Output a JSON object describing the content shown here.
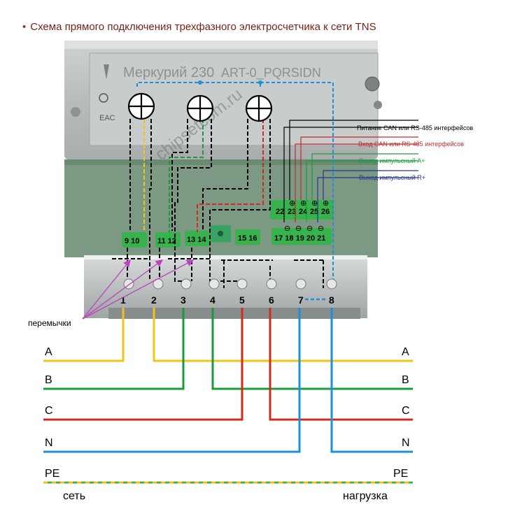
{
  "title": "Схема прямого подключения трехфазного электросчетчика к сети TNS",
  "meter": {
    "brand": "Меркурий 230",
    "model": "ART-0_PQRSIDN",
    "watermark": "chipsetcom.ru"
  },
  "terminals": [
    "1",
    "2",
    "3",
    "4",
    "5",
    "6",
    "7",
    "8"
  ],
  "small_terminals": {
    "t9_10": "9 10",
    "t11_12": "11 12",
    "t13_14": "13 14",
    "t15_16": "15 16",
    "t17_21": "17 18 19 20 21",
    "top_row": [
      "22",
      "23",
      "24",
      "25",
      "26"
    ]
  },
  "signs": {
    "plus": "⊕",
    "minus": "⊖"
  },
  "interfaces": [
    {
      "label": "Питание CAN или RS-485 интерфейсов",
      "color": "#000000"
    },
    {
      "label": "Вход CAN или RS-485 интерфейсов",
      "color": "#c62828"
    },
    {
      "label": "Выход импульсный А+",
      "color": "#1a9c3c"
    },
    {
      "label": "Выход импульсный R+",
      "color": "#283593"
    }
  ],
  "jumpers_label": "перемычки",
  "lines": {
    "left": {
      "A": "A",
      "B": "B",
      "C": "C",
      "N": "N",
      "PE": "PE"
    },
    "right": {
      "A": "A",
      "B": "B",
      "C": "C",
      "N": "N",
      "PE": "PE"
    }
  },
  "footer": {
    "source": "сеть",
    "load": "нагрузка"
  },
  "colors": {
    "phaseA": "#f2c318",
    "phaseB": "#1a9c3c",
    "phaseC": "#d32a1a",
    "neutral": "#1f8fd6",
    "pe_green": "#4caf50",
    "pe_yellow": "#f2c318",
    "jumper": "#c040c0"
  }
}
